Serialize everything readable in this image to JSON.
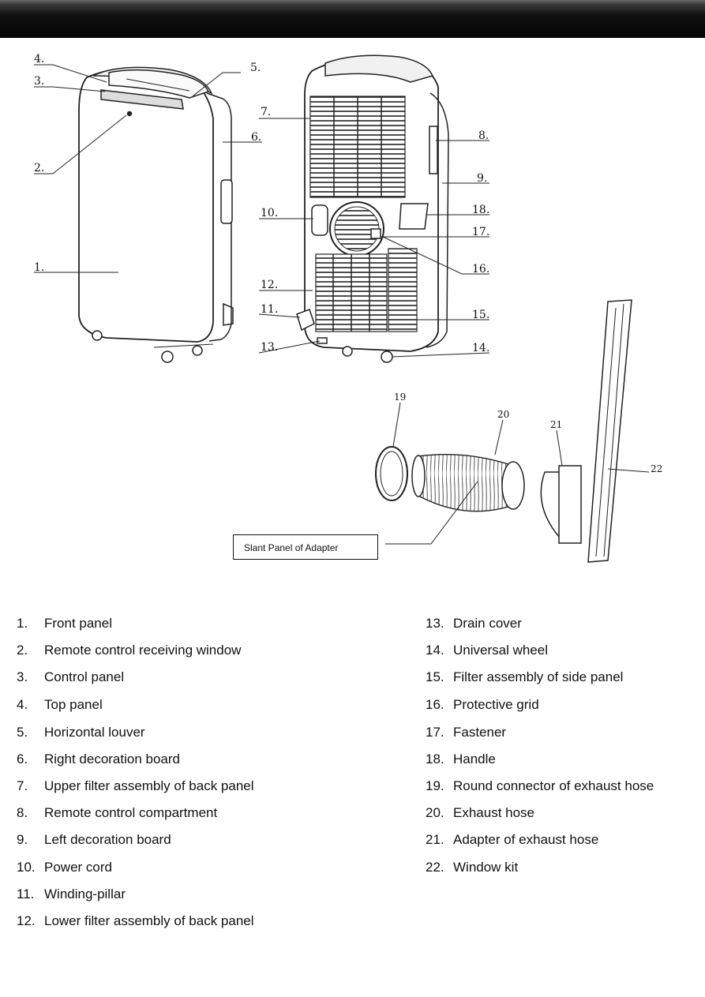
{
  "callouts": {
    "c1": "1.",
    "c2": "2.",
    "c3": "3.",
    "c4": "4.",
    "c5": "5.",
    "c6": "6.",
    "c7": "7.",
    "c8": "8.",
    "c9": "9.",
    "c10": "10.",
    "c11": "11.",
    "c12": "12.",
    "c13": "13.",
    "c14": "14.",
    "c15": "15.",
    "c16": "16.",
    "c17": "17.",
    "c18": "18.",
    "c19": "19",
    "c20": "20",
    "c21": "21",
    "c22": "22"
  },
  "note": "Slant Panel of Adapter",
  "parts_left": [
    {
      "num": "1.",
      "name": "Front panel"
    },
    {
      "num": "2.",
      "name": "Remote control receiving window"
    },
    {
      "num": "3.",
      "name": "Control panel"
    },
    {
      "num": "4.",
      "name": "Top panel"
    },
    {
      "num": "5.",
      "name": "Horizontal louver"
    },
    {
      "num": "6.",
      "name": "Right decoration board"
    },
    {
      "num": "7.",
      "name": "Upper filter assembly of back panel"
    },
    {
      "num": "8.",
      "name": "Remote control compartment"
    },
    {
      "num": "9.",
      "name": "Left decoration board"
    },
    {
      "num": "10.",
      "name": "Power cord"
    },
    {
      "num": "11.",
      "name": "Winding-pillar"
    },
    {
      "num": "12.",
      "name": "Lower filter assembly of back panel"
    }
  ],
  "parts_right": [
    {
      "num": "13.",
      "name": "Drain cover"
    },
    {
      "num": "14.",
      "name": "Universal wheel"
    },
    {
      "num": "15.",
      "name": "Filter assembly of side panel"
    },
    {
      "num": "16.",
      "name": "Protective grid"
    },
    {
      "num": "17.",
      "name": "Fastener"
    },
    {
      "num": "18.",
      "name": "Handle"
    },
    {
      "num": "19.",
      "name": "Round connector of exhaust hose"
    },
    {
      "num": "20.",
      "name": "Exhaust hose"
    },
    {
      "num": "21.",
      "name": "Adapter of exhaust hose"
    },
    {
      "num": "22.",
      "name": "Window kit"
    }
  ]
}
